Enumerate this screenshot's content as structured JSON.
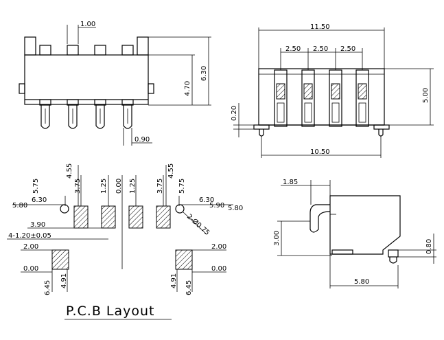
{
  "front_view": {
    "dim_pitch": "1.00",
    "dim_body_height": "4.70",
    "dim_total_height": "6.30",
    "dim_pin_width": "0.90"
  },
  "top_view": {
    "dim_overall": "11.50",
    "dim_pitch_1": "2.50",
    "dim_pitch_2": "2.50",
    "dim_pitch_3": "2.50",
    "dim_height": "5.00",
    "dim_standoff": "0.20",
    "dim_post_span": "10.50"
  },
  "pcb_layout": {
    "title": "P.C.B Layout",
    "top_labels": [
      "5.75",
      "4.55",
      "3.75",
      "1.25",
      "0.00",
      "1.25",
      "3.75",
      "4.55",
      "5.75"
    ],
    "left_6_30": "6.30",
    "left_5_80": "5.80",
    "left_3_90": "3.90",
    "left_tolerance": "4-1.20±0.05",
    "left_2_00": "2.00",
    "left_0_00": "0.00",
    "right_6_30": "6.30",
    "right_5_90": "5.90",
    "right_5_80": "5.80",
    "right_hole": "2-Ø0.75",
    "right_2_00": "2.00",
    "right_0_00": "0.00",
    "bottom_left_6_45": "6.45",
    "bottom_left_4_91": "4.91",
    "bottom_right_4_91": "4.91",
    "bottom_right_6_45": "6.45"
  },
  "side_view": {
    "dim_top": "1.85",
    "dim_height": "3.00",
    "dim_post": "0.80",
    "dim_depth": "5.80"
  }
}
